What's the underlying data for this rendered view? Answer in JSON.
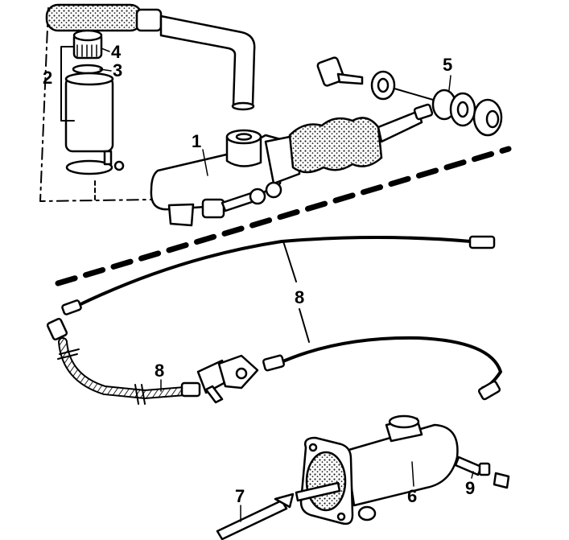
{
  "diagram": {
    "callouts": [
      {
        "id": "c1",
        "label": "1"
      },
      {
        "id": "c2",
        "label": "2"
      },
      {
        "id": "c3",
        "label": "3"
      },
      {
        "id": "c4",
        "label": "4"
      },
      {
        "id": "c5",
        "label": "5"
      },
      {
        "id": "c6",
        "label": "6"
      },
      {
        "id": "c7",
        "label": "7"
      },
      {
        "id": "c8a",
        "label": "8"
      },
      {
        "id": "c8b",
        "label": "8"
      },
      {
        "id": "c9",
        "label": "9"
      }
    ]
  },
  "colors": {
    "ink": "#000000",
    "paper": "#ffffff",
    "hatch": "#3a3a3a"
  }
}
